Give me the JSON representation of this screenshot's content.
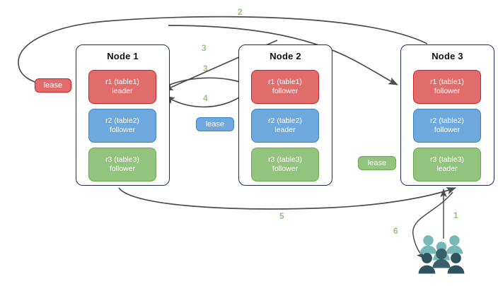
{
  "diagram": {
    "title": "raft lease / replica placement diagram",
    "colors": {
      "r1_fill": "#e06c6c",
      "r1_stroke": "#cc2222",
      "r2_fill": "#6fa8dc",
      "r2_stroke": "#3d85c6",
      "r3_fill": "#93c47d",
      "r3_stroke": "#6aa84f",
      "node_stroke": "#1f2f5b",
      "arrow": "#4d4d4d",
      "step_label": "#93c47d",
      "users_light": "#76b7b7",
      "users_dark": "#3a5f6b"
    },
    "nodes": [
      {
        "id": "node1",
        "title": "Node 1",
        "replicas": [
          {
            "id": "n1-r1",
            "name": "r1 (table1)",
            "role": "leader",
            "color": "r1"
          },
          {
            "id": "n1-r2",
            "name": "r2 (table2)",
            "role": "follower",
            "color": "r2"
          },
          {
            "id": "n1-r3",
            "name": "r3 (table3)",
            "role": "follower",
            "color": "r3"
          }
        ]
      },
      {
        "id": "node2",
        "title": "Node 2",
        "replicas": [
          {
            "id": "n2-r1",
            "name": "r1 (table1)",
            "role": "follower",
            "color": "r1"
          },
          {
            "id": "n2-r2",
            "name": "r2 (table2)",
            "role": "leader",
            "color": "r2"
          },
          {
            "id": "n2-r3",
            "name": "r3 (table3)",
            "role": "follower",
            "color": "r3"
          }
        ]
      },
      {
        "id": "node3",
        "title": "Node 3",
        "replicas": [
          {
            "id": "n3-r1",
            "name": "r1 (table1)",
            "role": "follower",
            "color": "r1"
          },
          {
            "id": "n3-r2",
            "name": "r2 (table2)",
            "role": "follower",
            "color": "r2"
          },
          {
            "id": "n3-r3",
            "name": "r3 (table3)",
            "role": "leader",
            "color": "r3"
          }
        ]
      }
    ],
    "leases": [
      {
        "id": "lease-r1",
        "label": "lease",
        "color": "r1"
      },
      {
        "id": "lease-r2",
        "label": "lease",
        "color": "r2"
      },
      {
        "id": "lease-r3",
        "label": "lease",
        "color": "r3"
      }
    ],
    "steps": [
      {
        "id": "step-1",
        "label": "1"
      },
      {
        "id": "step-2",
        "label": "2"
      },
      {
        "id": "step-3a",
        "label": "3"
      },
      {
        "id": "step-3b",
        "label": "3"
      },
      {
        "id": "step-4",
        "label": "4"
      },
      {
        "id": "step-5",
        "label": "5"
      },
      {
        "id": "step-6",
        "label": "6"
      }
    ],
    "actors": {
      "users_icon": "users-group-icon"
    }
  }
}
